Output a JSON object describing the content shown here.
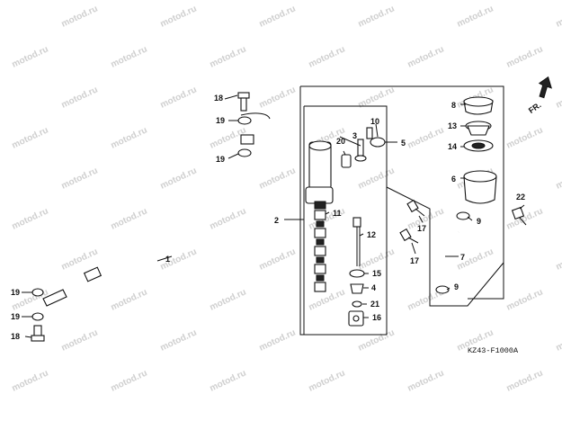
{
  "watermark": "motod.ru",
  "diagram_code": "KZ43-F1000A",
  "direction_label": "FR.",
  "callouts": {
    "c1": "1",
    "c2": "2",
    "c4": "4",
    "c5": "5",
    "c6": "6",
    "c7": "7",
    "c8": "8",
    "c9a": "9",
    "c9b": "9",
    "c10": "10",
    "c11": "11",
    "c12": "12",
    "c13": "13",
    "c14": "14",
    "c15": "15",
    "c16": "16",
    "c17a": "17",
    "c17b": "17",
    "c18a": "18",
    "c18b": "18",
    "c19a": "19",
    "c19b": "19",
    "c19c": "19",
    "c19d": "19",
    "c20": "20",
    "c21": "21",
    "c22": "22"
  }
}
